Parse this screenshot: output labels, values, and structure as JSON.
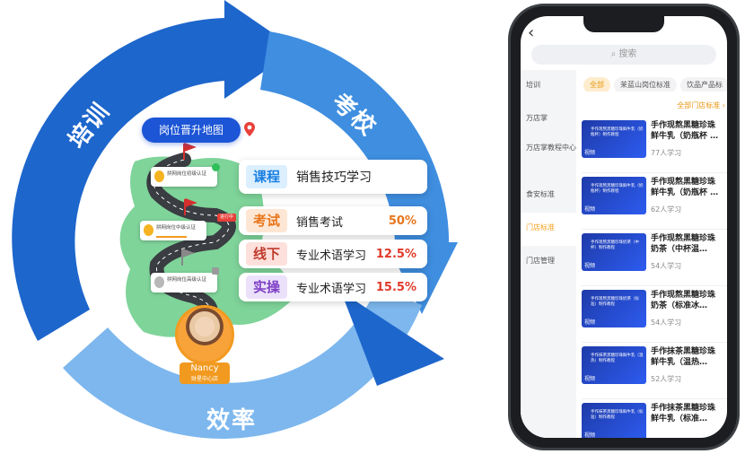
{
  "cycle": {
    "labels": {
      "training": "培训",
      "exam": "考校",
      "efficiency": "效率"
    },
    "colors": {
      "dark_blue": "#1c63c9",
      "mid_blue": "#3f8ee0",
      "light_blue": "#7fb8ee"
    }
  },
  "map": {
    "title": "岗位晋升地图",
    "levels": [
      {
        "label": "拼网岗位初级认证",
        "status": "done"
      },
      {
        "label": "拼网岗位中级认证",
        "badge": "进行中"
      },
      {
        "label": "拼网岗位高级认证",
        "status": "locked"
      }
    ],
    "courses": [
      {
        "tag": "课程",
        "name": "销售技巧学习",
        "pct": "",
        "tag_color": "#1a7fe0",
        "tag_bg": "#dcefff"
      },
      {
        "tag": "考试",
        "name": "销售考试",
        "pct": "50%",
        "tag_color": "#e8751a",
        "tag_bg": "#fde7d4"
      },
      {
        "tag": "线下",
        "name": "专业术语学习",
        "pct": "12.5%",
        "tag_color": "#c0392b",
        "tag_bg": "#fde0dc"
      },
      {
        "tag": "实操",
        "name": "专业术语学习",
        "pct": "15.5%",
        "tag_color": "#7d3fc6",
        "tag_bg": "#ece1fa"
      }
    ],
    "user": {
      "name": "Nancy",
      "role": "财星中心店"
    }
  },
  "phone": {
    "back_icon": "chevron-left-icon",
    "search_placeholder": "搜索",
    "sidebar": [
      {
        "label": "培训",
        "active": false
      },
      {
        "label": "万店掌",
        "active": false
      },
      {
        "label": "万店掌教程中心",
        "active": false
      },
      {
        "label": "食安标准",
        "active": false
      },
      {
        "label": "门店标准",
        "active": true
      },
      {
        "label": "门店管理",
        "active": false
      }
    ],
    "tabs": [
      "全部",
      "茉蓝山岗位标准",
      "饮品产品标"
    ],
    "all_stores": "全部门店标准",
    "courses": [
      {
        "title": "手作现熬黑糖珍珠鲜牛乳（奶瓶杯 …",
        "count": "77人学习",
        "thumb_text": "手作现熬黑糖珍珠鲜牛乳（奶瓶杯）制作教程",
        "tag": "视频"
      },
      {
        "title": "手作现熬黑糖珍珠鲜牛乳（奶瓶杯 …",
        "count": "62人学习",
        "thumb_text": "手作现熬黑糖珍珠鲜牛乳（奶瓶杯）制作教程",
        "tag": "视频"
      },
      {
        "title": "手作现熬黑糖珍珠奶茶（中杯温…",
        "count": "54人学习",
        "thumb_text": "手作现熬黑糖珍珠奶茶（中杯）制作教程",
        "tag": "视频"
      },
      {
        "title": "手作现熬黑糖珍珠奶茶（标准冰…",
        "count": "54人学习",
        "thumb_text": "手作现熬黑糖珍珠奶茶（标准）制作教程",
        "tag": "视频"
      },
      {
        "title": "手作抹茶黑糖珍珠鲜牛乳（温热…",
        "count": "52人学习",
        "thumb_text": "手作抹茶黑糖珍珠鲜牛乳（温热）制作教程",
        "tag": "视频"
      },
      {
        "title": "手作抹茶黑糖珍珠鲜牛乳（标准…",
        "count": "",
        "thumb_text": "手作抹茶黑糖珍珠鲜牛乳（标准）制作教程",
        "tag": "视频"
      }
    ]
  }
}
